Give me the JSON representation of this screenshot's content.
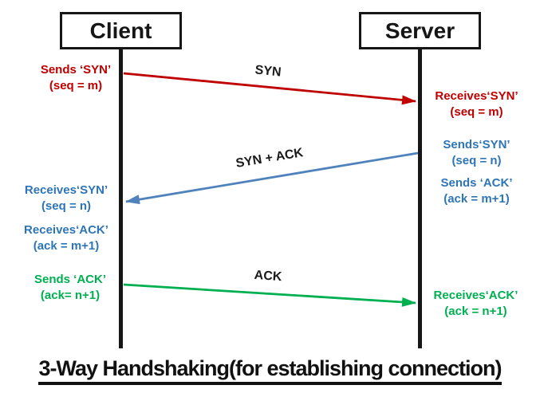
{
  "diagram": {
    "title": "3-Way Handshaking(for establishing connection)",
    "actors": [
      {
        "label": "Client"
      },
      {
        "label": "Server"
      }
    ],
    "messages": [
      {
        "label": "SYN",
        "from": "Client",
        "to": "Server",
        "color": "#c00000"
      },
      {
        "label": "SYN + ACK",
        "from": "Server",
        "to": "Client",
        "color": "#4f81bd"
      },
      {
        "label": "ACK",
        "from": "Client",
        "to": "Server",
        "color": "#00b050"
      }
    ],
    "annotations": {
      "client_sends_syn": {
        "line1": "Sends ‘SYN’",
        "line2": "(seq = m)"
      },
      "server_receives_syn": {
        "line1": "Receives‘SYN’",
        "line2": "(seq = m)"
      },
      "server_sends_syn": {
        "line1": "Sends‘SYN’",
        "line2": "(seq = n)"
      },
      "server_sends_ack": {
        "line1": "Sends ‘ACK’",
        "line2": "(ack = m+1)"
      },
      "client_receives_syn": {
        "line1": "Receives‘SYN’",
        "line2": "(seq = n)"
      },
      "client_receives_ack": {
        "line1": "Receives‘ACK’",
        "line2": "(ack = m+1)"
      },
      "client_sends_ack": {
        "line1": "Sends ‘ACK’",
        "line2": "(ack= n+1)"
      },
      "server_receives_ack": {
        "line1": "Receives‘ACK’",
        "line2": "(ack = n+1)"
      }
    },
    "colors": {
      "red": "#c00000",
      "blue_line": "#4f81bd",
      "blue_text": "#2e75b6",
      "green": "#00b050",
      "black": "#1a1a1a"
    }
  }
}
